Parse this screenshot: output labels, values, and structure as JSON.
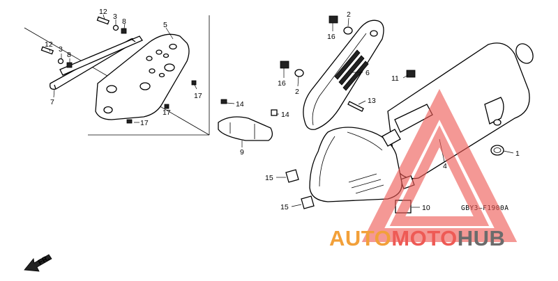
{
  "diagram": {
    "drawing_code": "GBY3–F1900A",
    "direction_label": "FR.",
    "watermark": {
      "part1": "AUTO",
      "part2": "MOTO",
      "part3": "HUB",
      "color_orange": "#f2a03a",
      "color_red": "#ee5a55",
      "color_gray": "#6b6b6b"
    },
    "callouts": {
      "c12a": "12",
      "c3a": "3",
      "c8a": "8",
      "c5": "5",
      "c12b": "12",
      "c3b": "3",
      "c8b": "8",
      "c7": "7",
      "c17a": "17",
      "c17b": "17",
      "c17c": "17",
      "c14a": "14",
      "c14b": "14",
      "c9": "9",
      "c2a": "2",
      "c16a": "16",
      "c16b": "16",
      "c2b": "2",
      "c6": "6",
      "c11": "11",
      "c13": "13",
      "c1": "1",
      "c4": "4",
      "c15a": "15",
      "c15b": "15",
      "c10": "10"
    }
  }
}
